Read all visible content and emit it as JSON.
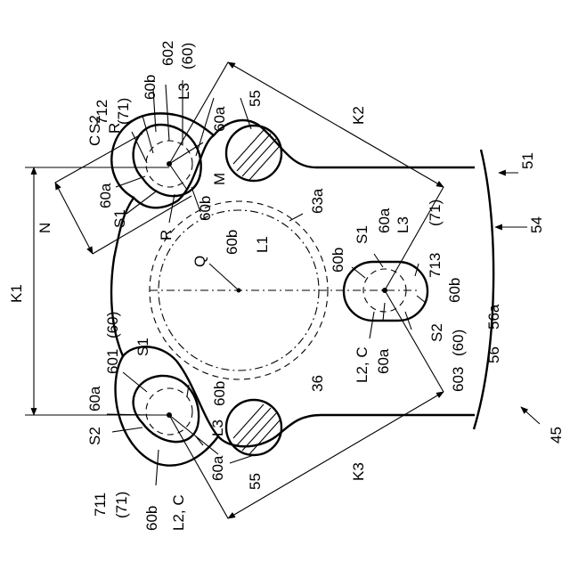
{
  "figure": {
    "labels": {
      "ref_45": "45",
      "ref_51": "51",
      "ref_54": "54",
      "ref_56": "56",
      "ref_56a": "56a",
      "ref_55_top": "55",
      "ref_55_bottom": "55",
      "k1": "K1",
      "k2": "K2",
      "k3": "K3",
      "n": "N",
      "q": "Q",
      "m": "M",
      "l1": "L1",
      "ref_36": "36",
      "ref_63a": "63a",
      "ref_60b_63a": "60b",
      "top_602": "602",
      "top_60_paren": "(60)",
      "top_60b": "60b",
      "top_l3": "L3",
      "top_712": "712",
      "top_71_paren": "(71)",
      "top_r1": "R",
      "top_c": "C",
      "top_s2": "S2",
      "top_60a_right": "60a",
      "top_60a_left": "60a",
      "top_s1": "S1",
      "top_r2": "R",
      "top_60b_lower": "60b",
      "top_60b_inner": "60b",
      "left_601": "601",
      "left_60_paren": "(60)",
      "left_s1": "S1",
      "left_60a_upper": "60a",
      "left_60b": "60b",
      "left_l3": "L3",
      "left_s2": "S2",
      "left_60a_lower": "60a",
      "left_711": "711",
      "left_71_paren": "(71)",
      "left_60b_bottom": "60b",
      "left_l2c": "L2, C",
      "right_s1": "S1",
      "right_60a_upper": "60a",
      "right_l3": "L3",
      "right_713": "713",
      "right_71_paren": "(71)",
      "right_60b": "60b",
      "right_s2": "S2",
      "right_603": "603",
      "right_60_paren": "(60)",
      "right_l2c": "L2, C",
      "right_60a_lower": "60a"
    }
  }
}
